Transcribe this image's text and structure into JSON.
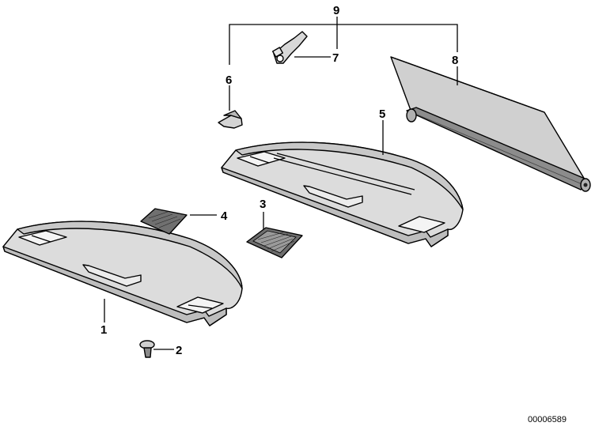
{
  "diagram": {
    "callouts": [
      {
        "id": "label-1",
        "text": "1"
      },
      {
        "id": "label-2",
        "text": "2"
      },
      {
        "id": "label-3",
        "text": "3"
      },
      {
        "id": "label-4",
        "text": "4"
      },
      {
        "id": "label-5",
        "text": "5"
      },
      {
        "id": "label-6",
        "text": "6"
      },
      {
        "id": "label-7",
        "text": "7"
      },
      {
        "id": "label-8",
        "text": "8"
      },
      {
        "id": "label-9",
        "text": "9"
      }
    ],
    "diagram_code": "00006589"
  }
}
